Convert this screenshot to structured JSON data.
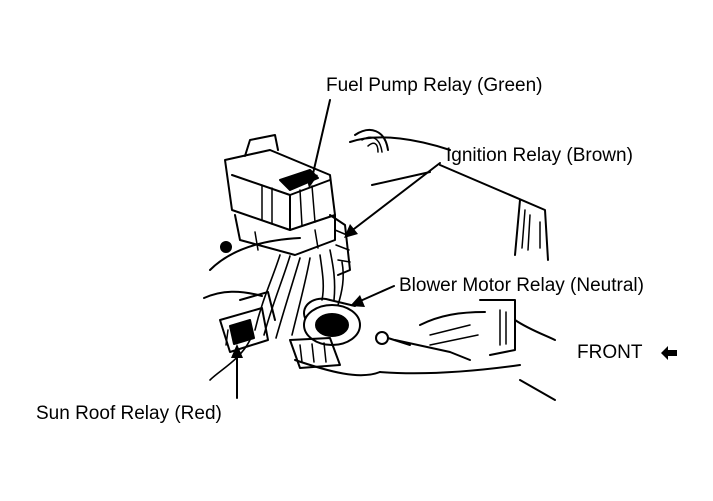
{
  "labels": {
    "fuel_pump_relay": "Fuel Pump Relay (Green)",
    "ignition_relay": "Ignition Relay (Brown)",
    "blower_motor_relay": "Blower Motor Relay (Neutral)",
    "sun_roof_relay": "Sun Roof Relay (Red)",
    "front": "FRONT"
  },
  "colors": {
    "ink": "#000000",
    "paper": "#ffffff"
  },
  "icons": {
    "front_direction": "arrow-left-icon"
  }
}
